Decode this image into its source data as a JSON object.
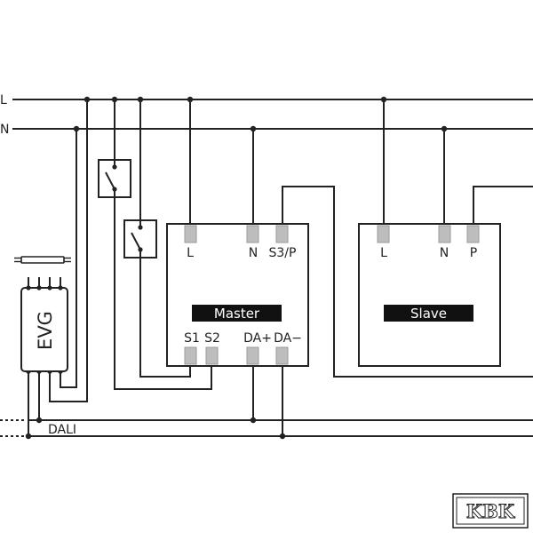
{
  "bus": {
    "l_label": "L",
    "n_label": "N",
    "dali_label": "DALI"
  },
  "ballast": {
    "label": "EVG"
  },
  "master": {
    "title": "Master",
    "terminal_labels": [
      "L",
      "N",
      "S3/P",
      "S1",
      "S2",
      "DA+",
      "DA−"
    ]
  },
  "slave": {
    "title": "Slave",
    "terminal_labels": [
      "L",
      "N",
      "P"
    ]
  },
  "logo": {
    "text": "KBK"
  },
  "colors": {
    "line": "#222222",
    "terminal": "#bdbdbd",
    "label_bar": "#111111",
    "background": "#ffffff"
  }
}
